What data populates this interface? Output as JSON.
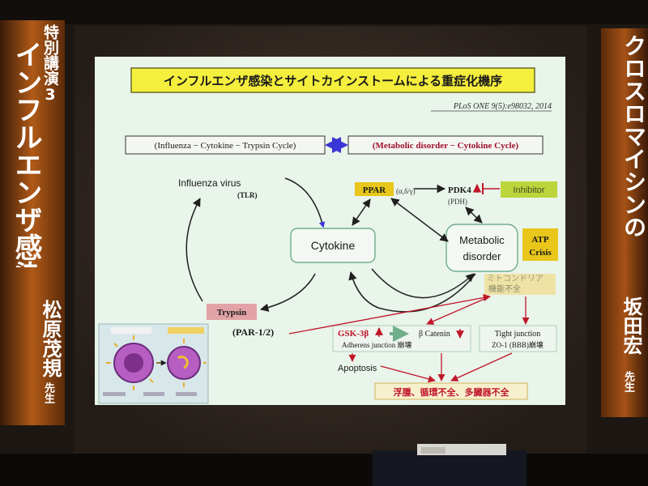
{
  "slide": {
    "title": "インフルエンザ感染とサイトカインストームによる重症化機序",
    "citation": "PLoS ONE 9(5):e98032, 2014",
    "cycle_left": "(Influenza − Cytokine − Trypsin Cycle)",
    "cycle_right": "(Metabolic disorder − Cytokine Cycle)",
    "influenza_virus": "Influenza virus",
    "tlr": "(TLR)",
    "cytokine": "Cytokine",
    "ppar": "PPAR",
    "ppar_sub": "(α,δ/γ)",
    "pdk4": "PDK4",
    "pdh": "(PDH)",
    "inhibitor": "Inhibitor",
    "metabolic_line1": "Metabolic",
    "metabolic_line2": "disorder",
    "atp_line1": "ATP",
    "atp_line2": "Crisis",
    "mito_line1": "ミトコンドリア",
    "mito_line2": "機能不全",
    "trypsin": "Trypsin",
    "par": "(PAR-1/2)",
    "gsk": "GSK-3β",
    "catenin": "β Catenin",
    "adherens": "Adherens junction 崩壊",
    "tight_line1": "Tight junction",
    "tight_line2": "ZO-1 (BBB)崩壊",
    "apoptosis": "Apoptosis",
    "edema": "浮腫、循環不全、多臓器不全"
  },
  "banners": {
    "left_top": "特別講演3",
    "left_title": "インフルエンザ感染の",
    "left_name": "松原茂規",
    "left_suffix": "先生",
    "right_title": "クロスロマイシンの",
    "right_name": "坂田宏",
    "right_suffix": "先生"
  },
  "colors": {
    "slide_bg": "#e9f4ea",
    "title_bg": "#f4ee3c",
    "accent_red": "#c0162a",
    "arrow_blue": "#3a36d6",
    "label_gold": "#e8c61a",
    "inhibitor_green": "#bcd53a",
    "trypsin_pink": "#e2a3a6",
    "banner_orange": "#c26a1f"
  }
}
